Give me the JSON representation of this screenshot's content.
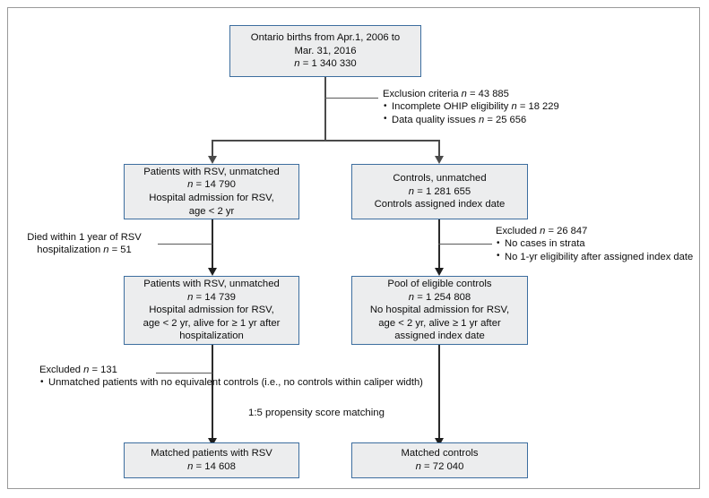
{
  "diagram": {
    "title": "RSV cohort propensity score matching flow diagram",
    "colors": {
      "box_fill": "#ecedee",
      "box_border": "#3d6e9f",
      "connector": "#4a4a4a",
      "frame": "#9a9a9a"
    },
    "nodes": {
      "births": {
        "line1": "Ontario births from Apr.1, 2006 to",
        "line2": "Mar. 31, 2016",
        "line3": "n = 1 340 330"
      },
      "rsv_unmatched_1": {
        "line1": "Patients with RSV, unmatched",
        "line2": "n = 14 790",
        "line3": "Hospital admission for RSV,",
        "line4": "age < 2 yr"
      },
      "controls_unmatched": {
        "line1": "Controls, unmatched",
        "line2": "n = 1 281 655",
        "line3": "Controls assigned index date"
      },
      "rsv_unmatched_2": {
        "line1": "Patients with RSV, unmatched",
        "line2": "n = 14 739",
        "line3": "Hospital admission for RSV,",
        "line4": "age < 2 yr, alive for ≥ 1 yr after",
        "line5": "hospitalization"
      },
      "eligible_controls": {
        "line1": "Pool of eligible controls",
        "line2": "n = 1 254 808",
        "line3": "No hospital admission for RSV,",
        "line4": "age < 2 yr, alive ≥ 1 yr after",
        "line5": "assigned index date"
      },
      "matched_rsv": {
        "line1": "Matched patients with RSV",
        "line2": "n = 14 608"
      },
      "matched_controls": {
        "line1": "Matched controls",
        "line2": "n = 72 040"
      }
    },
    "annotations": {
      "exclusion_criteria": {
        "header": "Exclusion criteria  n = 43 885",
        "bullets": [
          "Incomplete OHIP eligibility  n = 18 229",
          "Data quality issues  n = 25 656"
        ]
      },
      "died_within_year": {
        "line1": "Died within 1 year of RSV",
        "line2": "hospitalization  n = 51"
      },
      "excluded_controls": {
        "header": "Excluded n = 26 847",
        "bullets": [
          "No cases in strata",
          "No 1-yr eligibility after assigned index date"
        ]
      },
      "excluded_unmatched": {
        "header": "Excluded  n = 131",
        "bullet_line1": "Unmatched patients with",
        "bullet_line2": "no equivalent controls",
        "bullet_line3": "(i.e., no controls within",
        "bullet_line4": "caliper width)"
      },
      "matching_label": "1:5 propensity score matching"
    }
  }
}
